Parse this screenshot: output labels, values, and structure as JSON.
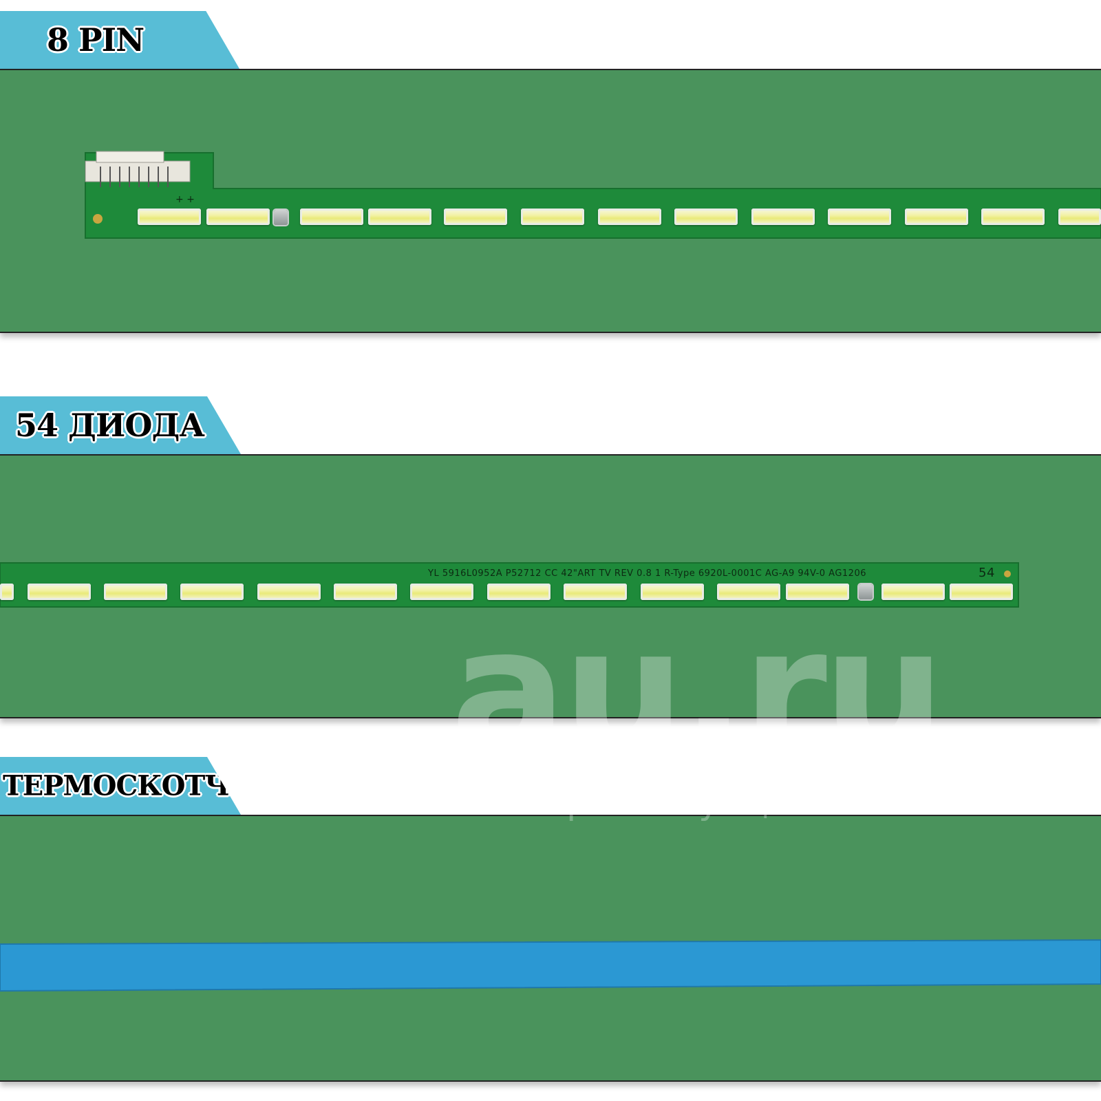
{
  "sections": [
    {
      "label": "8 PIN"
    },
    {
      "label": "54 ДИОДА"
    },
    {
      "label": "ТЕРМОСКОТЧ"
    }
  ],
  "strip_silkscreen": "YL   5916L0952A   P52712   CC   42\"ART TV REV 0.8   1   R-Type   6920L-0001C  AG-A9   94V-0   AG1206",
  "diode_number": "54",
  "watermark": {
    "main": "au.ru",
    "sub": "интернет-аукцион"
  },
  "colors": {
    "tab": "#58bdd6",
    "panel": "#4a935c",
    "pcb": "#1e8a3a",
    "led": "#f3f3a8",
    "tape": "#2b98d3"
  }
}
